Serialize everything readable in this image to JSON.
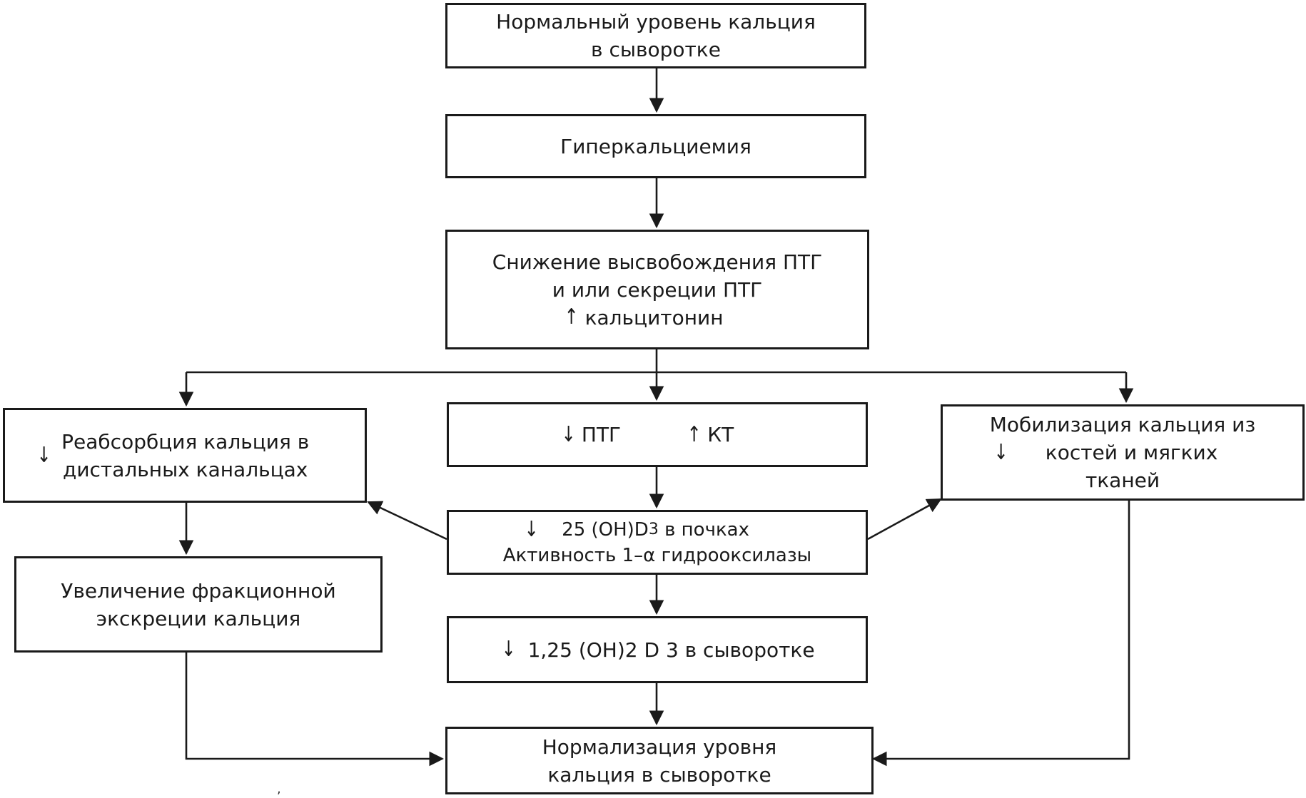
{
  "nodes": {
    "normal_level": {
      "line1": "Нормальный уровень кальция",
      "line2": "в сыворотке"
    },
    "hypercalcemia": {
      "text": "Гиперкальциемия"
    },
    "ptg_reduction": {
      "line1": "Снижение высвобождения ПТГ",
      "line2": "и или секреции ПТГ",
      "line3_arrow": "↑",
      "line3_text": "кальцитонин"
    },
    "reabsorption": {
      "arrow": "↓",
      "line1": "Реабсорбция кальция в",
      "line2": "дистальных канальцах"
    },
    "ptg_kt": {
      "arrow1": "↓",
      "label1": "ПТГ",
      "arrow2": "↑",
      "label2": "КТ"
    },
    "mobilization": {
      "line1": "Мобилизация кальция из",
      "arrow": "↓",
      "line2": "костей и мягких",
      "line3": "тканей"
    },
    "hydroxylase": {
      "arrow": "↓",
      "line1_pre": "25 (OH)D",
      "line1_sub": "3",
      "line1_post": " в почках",
      "line2": "Активность 1–α гидрооксилазы"
    },
    "excretion": {
      "line1": "Увеличение фракционной",
      "line2": "экскреции кальция"
    },
    "vitd_serum": {
      "arrow": "↓",
      "text": "1,25 (OH)2 D 3 в сыворотке"
    },
    "normalization": {
      "line1": "Нормализация уровня",
      "line2": "кальция в сыворотке"
    }
  },
  "stray_mark": ","
}
